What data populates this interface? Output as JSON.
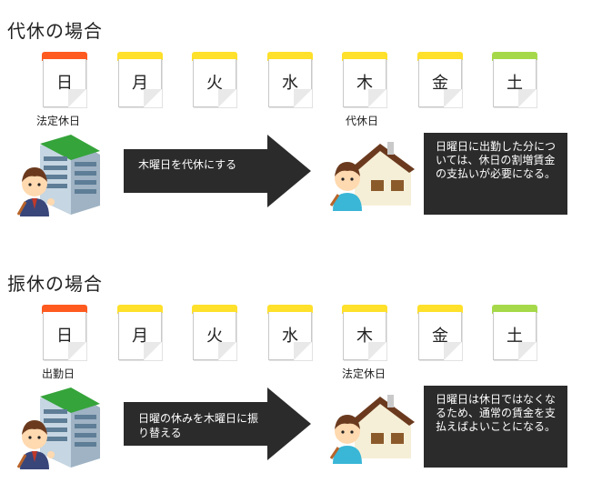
{
  "sections": [
    {
      "title": "代休の場合",
      "days": [
        "日",
        "月",
        "火",
        "水",
        "木",
        "金",
        "土"
      ],
      "label_left": "法定休日",
      "label_right": "代休日",
      "arrow_text": "木曜日を代休にする",
      "note": "日曜日に出勤した分については、休日の割増賃金の支払いが必要になる。"
    },
    {
      "title": "振休の場合",
      "days": [
        "日",
        "月",
        "火",
        "水",
        "木",
        "金",
        "土"
      ],
      "label_left": "出勤日",
      "label_right": "法定休日",
      "arrow_text": "日曜の休みを木曜日に振り替える",
      "note": "日曜日は休日ではなくなるため、通常の賃金を支払えばよいことになる。"
    }
  ],
  "colors": {
    "sunday": "#ff5a1f",
    "weekday": "#ffe02a",
    "saturday": "#a6d94a",
    "dark": "#2b2b2b"
  },
  "icons": [
    "calendar-icon",
    "office-building-icon",
    "person-icon",
    "house-icon",
    "arrow-right-icon"
  ]
}
